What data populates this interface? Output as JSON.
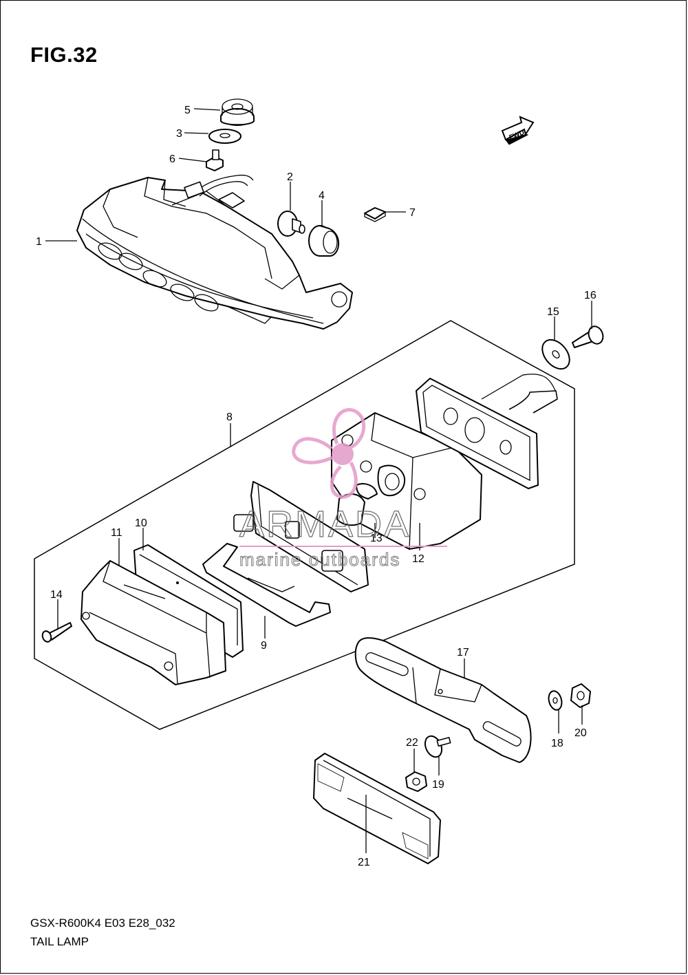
{
  "figure": {
    "title": "FIG.32",
    "model_code": "GSX-R600K4 E03 E28_032",
    "caption": "TAIL LAMP"
  },
  "fwd_marker": "FWD",
  "watermark": {
    "brand": "ARMADA",
    "tagline": "marine outboards",
    "color": "#e39ac8"
  },
  "parts": [
    {
      "id": "p1",
      "label": "1"
    },
    {
      "id": "p2",
      "label": "2"
    },
    {
      "id": "p3",
      "label": "3"
    },
    {
      "id": "p4",
      "label": "4"
    },
    {
      "id": "p5",
      "label": "5"
    },
    {
      "id": "p6",
      "label": "6"
    },
    {
      "id": "p7",
      "label": "7"
    },
    {
      "id": "p8",
      "label": "8"
    },
    {
      "id": "p9",
      "label": "9"
    },
    {
      "id": "p10",
      "label": "10"
    },
    {
      "id": "p11",
      "label": "11"
    },
    {
      "id": "p12",
      "label": "12"
    },
    {
      "id": "p13",
      "label": "13"
    },
    {
      "id": "p14",
      "label": "14"
    },
    {
      "id": "p15",
      "label": "15"
    },
    {
      "id": "p16",
      "label": "16"
    },
    {
      "id": "p17",
      "label": "17"
    },
    {
      "id": "p18",
      "label": "18"
    },
    {
      "id": "p19",
      "label": "19"
    },
    {
      "id": "p20",
      "label": "20"
    },
    {
      "id": "p21",
      "label": "21"
    },
    {
      "id": "p22",
      "label": "22"
    }
  ]
}
